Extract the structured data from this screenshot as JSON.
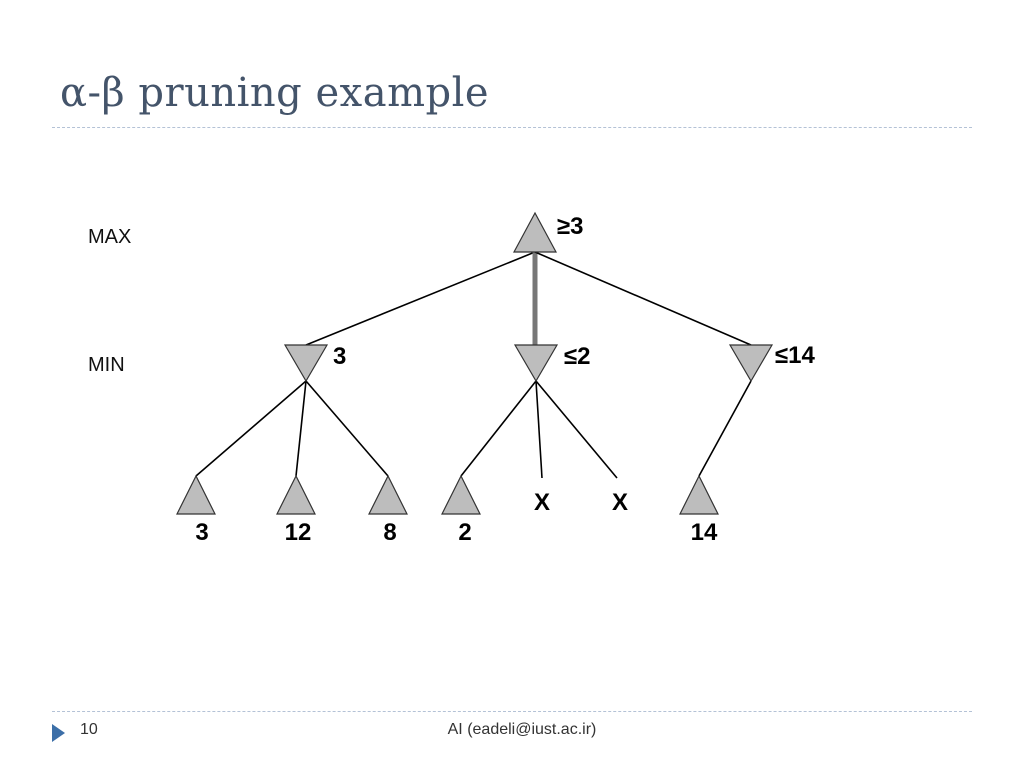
{
  "slide": {
    "title": "α-β pruning example",
    "page_number": "10",
    "footer": "AI (eadeli@iust.ac.ir)"
  },
  "tree": {
    "levels": {
      "max": "MAX",
      "min": "MIN"
    },
    "root": {
      "label": "≥3"
    },
    "min_nodes": [
      {
        "label": "3"
      },
      {
        "label": "≤2"
      },
      {
        "label": "≤14"
      }
    ],
    "leaves": [
      {
        "label": "3"
      },
      {
        "label": "12"
      },
      {
        "label": "8"
      },
      {
        "label": "2"
      },
      {
        "label": "14"
      }
    ],
    "pruned_marks": [
      "X",
      "X"
    ]
  },
  "colors": {
    "title": "#44546A",
    "node_fill": "#BDBDBD",
    "accent": "#3C6FA8"
  }
}
